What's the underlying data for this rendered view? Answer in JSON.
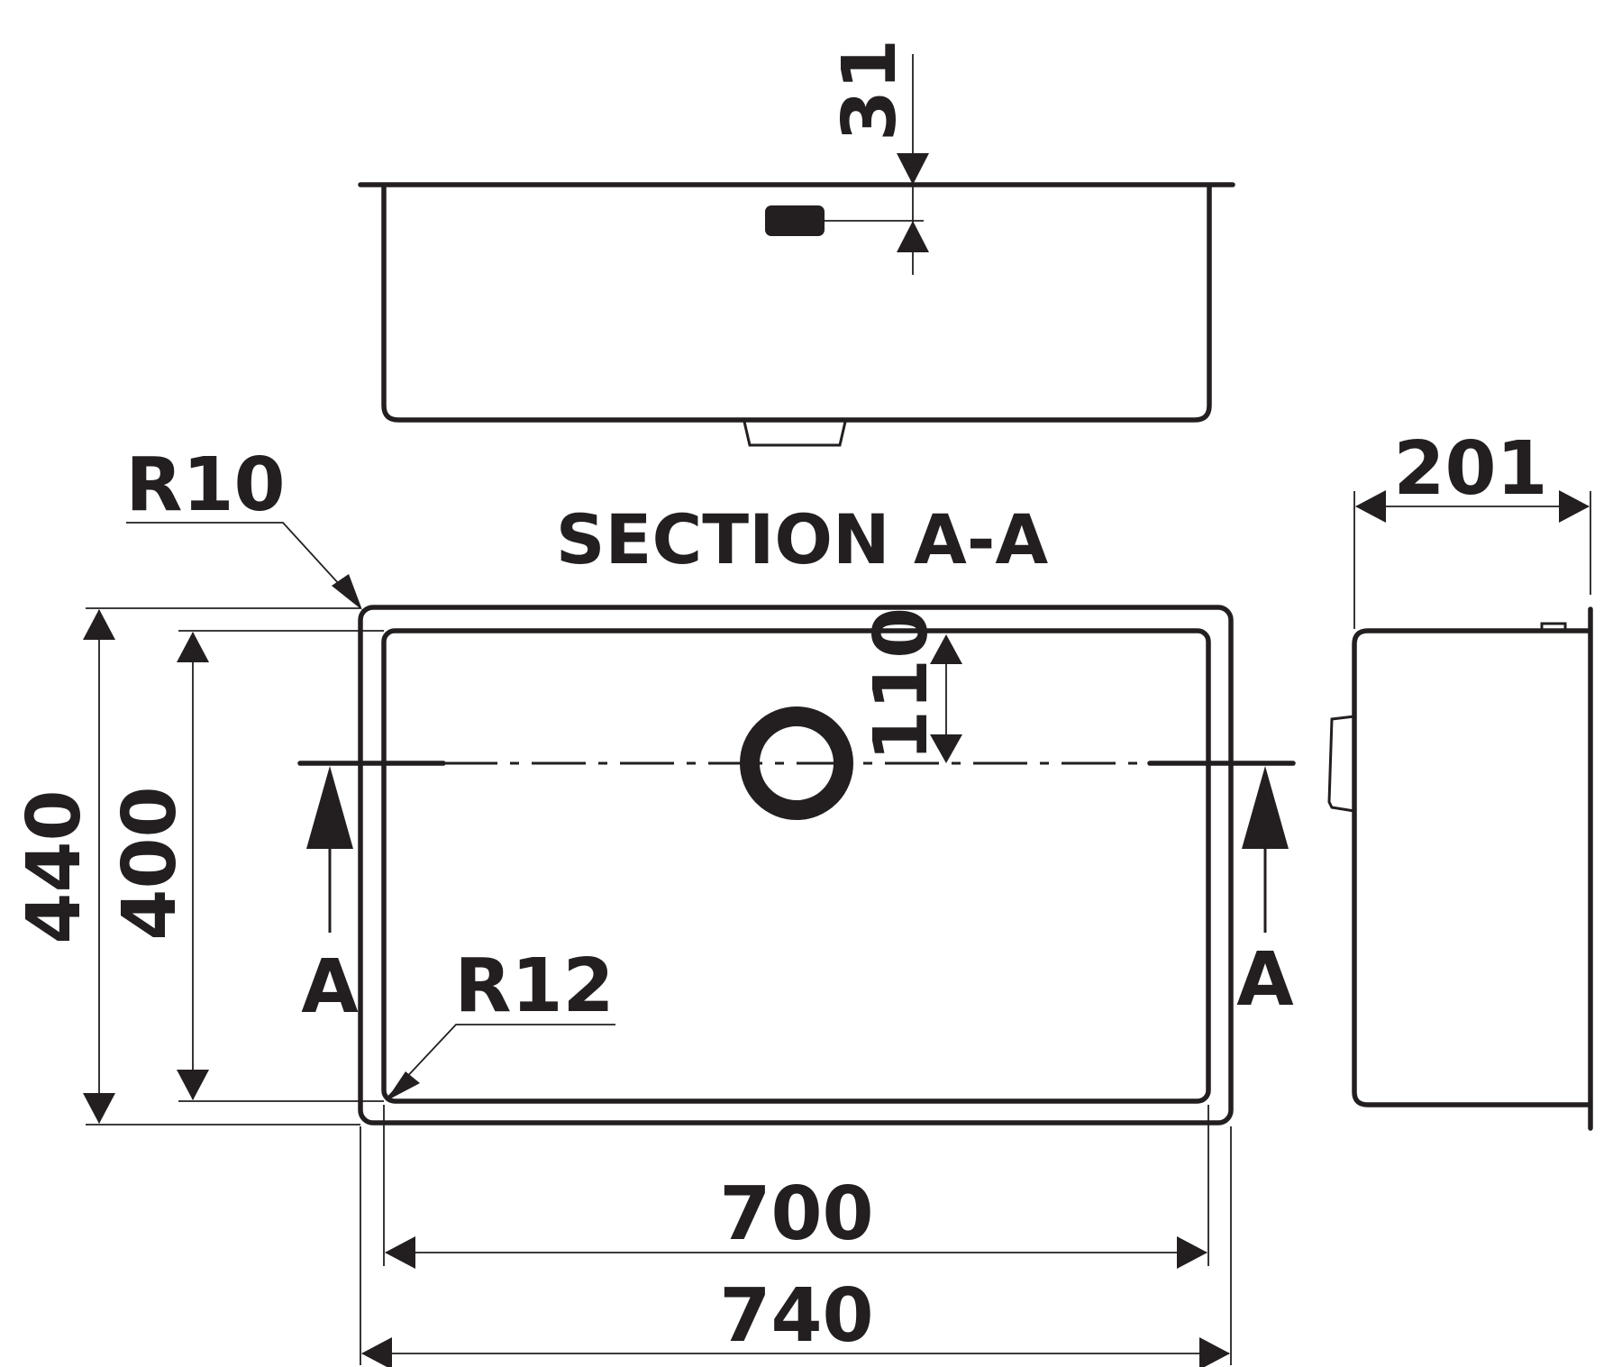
{
  "labels": {
    "section_title": "SECTION A-A",
    "radius_outer": "R10",
    "radius_inner": "R12",
    "section_marker_left": "A",
    "section_marker_right": "A"
  },
  "dimensions": {
    "rim_height": "31",
    "outer_width": "740",
    "inner_width": "700",
    "outer_depth": "440",
    "inner_depth": "400",
    "drain_offset": "110",
    "bowl_depth": "201"
  },
  "colors": {
    "ink": "#231f20",
    "background": "#ffffff"
  }
}
